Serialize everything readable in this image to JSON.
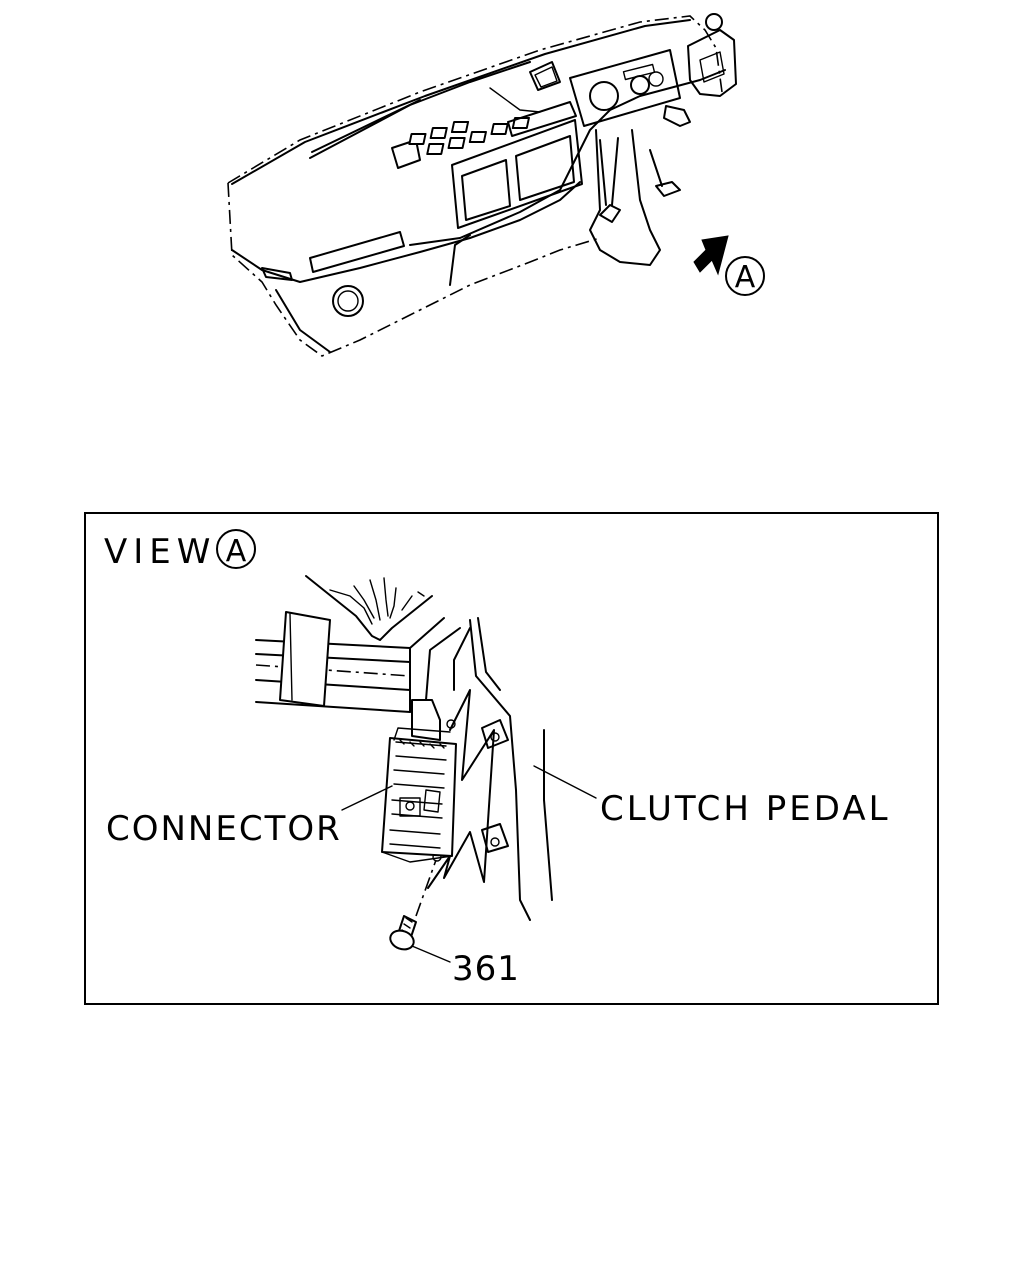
{
  "callout_marker": "A",
  "view_title": {
    "word": "VIEW",
    "marker": "A"
  },
  "labels": {
    "connector": "CONNECTOR",
    "clutch_pedal": "CLUTCH PEDAL",
    "part_number": "361"
  },
  "colors": {
    "line": "#000000",
    "background": "#ffffff"
  }
}
